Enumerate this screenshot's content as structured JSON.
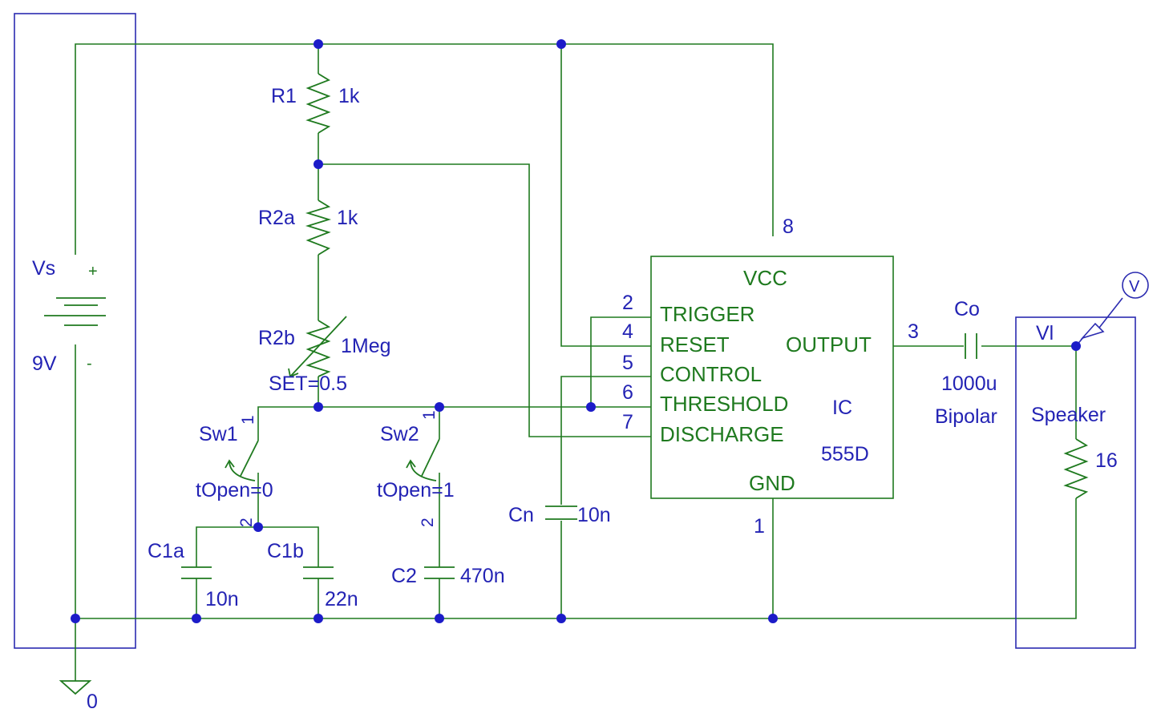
{
  "colors": {
    "wire": "#1f7a1f",
    "label": "#2323b4",
    "junction": "#1c1cc8"
  },
  "battery": {
    "name": "Vs",
    "value": "9V",
    "plus": "+",
    "minus": "-"
  },
  "ground_label": "0",
  "resistors": {
    "r1": {
      "name": "R1",
      "value": "1k"
    },
    "r2a": {
      "name": "R2a",
      "value": "1k"
    },
    "r2b": {
      "name": "R2b",
      "value": "1Meg",
      "set": "SET=0.5"
    },
    "speaker_r": {
      "value": "16"
    }
  },
  "switches": {
    "sw1": {
      "name": "Sw1",
      "param": "tOpen=0",
      "pin1": "1",
      "pin2": "2"
    },
    "sw2": {
      "name": "Sw2",
      "param": "tOpen=1",
      "pin1": "1",
      "pin2": "2"
    }
  },
  "capacitors": {
    "c1a": {
      "name": "C1a",
      "value": "10n"
    },
    "c1b": {
      "name": "C1b",
      "value": "22n"
    },
    "c2": {
      "name": "C2",
      "value": "470n"
    },
    "cn": {
      "name": "Cn",
      "value": "10n"
    },
    "co": {
      "name": "Co",
      "value": "1000u",
      "type": "Bipolar"
    }
  },
  "ic": {
    "name": "IC",
    "part": "555D",
    "vcc": "VCC",
    "gnd": "GND",
    "pins": {
      "vcc_num": "8",
      "gnd_num": "1",
      "output_num": "3",
      "trigger": {
        "num": "2",
        "label": "TRIGGER"
      },
      "reset": {
        "num": "4",
        "label": "RESET"
      },
      "control": {
        "num": "5",
        "label": "CONTROL"
      },
      "threshold": {
        "num": "6",
        "label": "THRESHOLD"
      },
      "discharge": {
        "num": "7",
        "label": "DISCHARGE"
      },
      "output": {
        "label": "OUTPUT"
      }
    }
  },
  "speaker": {
    "name": "Speaker",
    "node": "Vl",
    "probe": "V"
  }
}
